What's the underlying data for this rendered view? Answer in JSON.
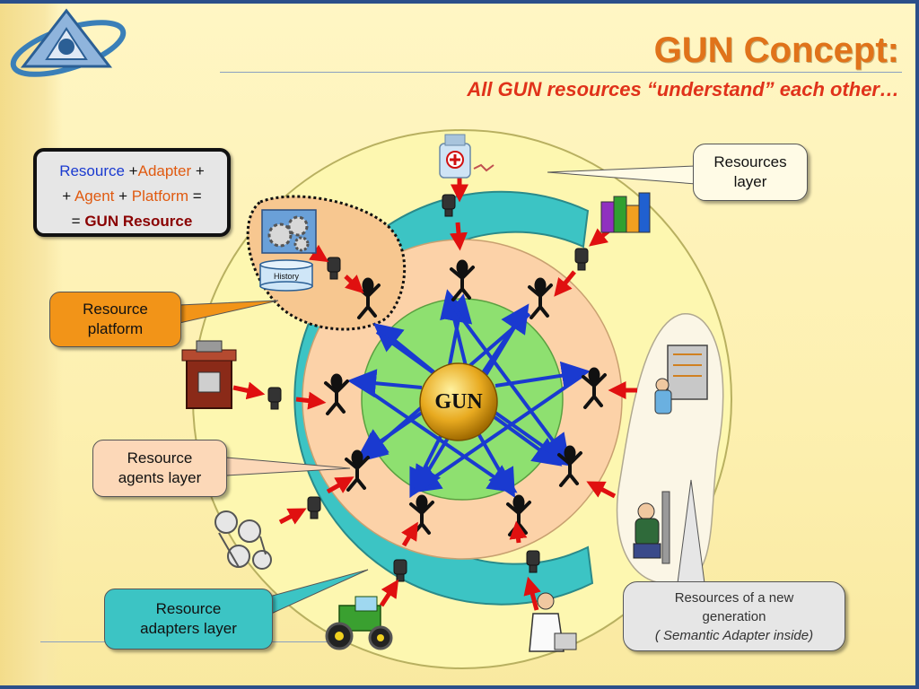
{
  "title": "GUN Concept:",
  "subtitle": "All GUN resources “understand” each other…",
  "equation": {
    "resource": "Resource",
    "plus1": " +",
    "adapter": "Adapter",
    "plus2": " +",
    "plus3": "+ ",
    "agent": "Agent",
    "plus4": " + ",
    "platform": "Platform",
    "equals1": " =",
    "equals2": "= ",
    "gun_resource": "GUN Resource"
  },
  "center_label": "GUN",
  "history_label": "History",
  "callouts": {
    "resources_layer": [
      "Resources",
      "layer"
    ],
    "resource_platform": [
      "Resource",
      "platform"
    ],
    "resource_agents_layer": [
      "Resource",
      "agents layer"
    ],
    "resource_adapters_layer": [
      "Resource",
      "adapters layer"
    ],
    "new_generation": [
      "Resources of a new",
      "generation",
      "( Semantic Adapter inside)"
    ]
  },
  "colors": {
    "title": "#e0731a",
    "subtitle": "#e0321a",
    "resources_layer_ring": "#fdf7b0",
    "adapters_ring": "#3cc4c4",
    "agents_ring": "#fcd2a8",
    "inner_disc": "#8ee070",
    "gun_core": "#e0a020",
    "arrow_blue": "#1a3ad0",
    "arrow_red": "#e01010",
    "platform_callout": "#f29418",
    "agents_callout": "#fcd8b8",
    "adapters_callout": "#3cc4c4",
    "new_gen_callout": "#e6e6e6"
  },
  "icons": [
    "logo-icon",
    "medicine-bottle-icon",
    "books-icon",
    "gears-icon",
    "database-icon",
    "machine-icon",
    "electrician-icon",
    "worker-icon",
    "rollers-icon",
    "tractor-icon",
    "doctor-icon",
    "agent-figure-icon",
    "adapter-plug-icon"
  ]
}
